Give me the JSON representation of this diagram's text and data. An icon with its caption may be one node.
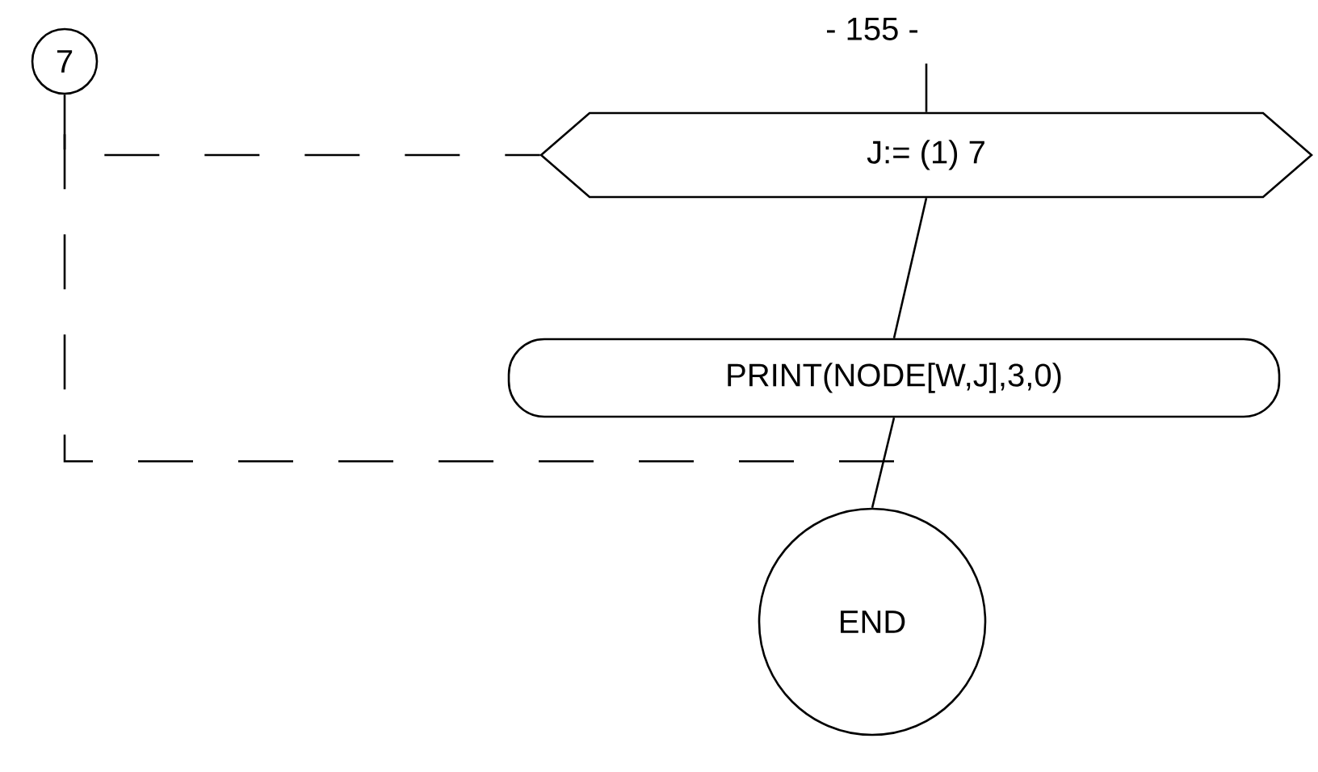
{
  "diagram": {
    "nodes": [
      {
        "text": [
          "7"
        ]
      },
      {
        "text": [
          "J:= (1) 7"
        ]
      },
      {
        "text": [
          "PRINT(NODE[W,J],3,0)"
        ]
      },
      {
        "text": [
          "END"
        ]
      }
    ],
    "edges": [
      {
        "from": null,
        "to": 1,
        "arrow": "none"
      },
      {
        "from": 1,
        "to": 2,
        "arrow": "none"
      },
      {
        "from": 2,
        "to": 3,
        "arrow": "none"
      },
      {
        "from": 0,
        "to": 1,
        "arrow": "none",
        "style": "dashed"
      },
      {
        "from": 2,
        "to": 0,
        "arrow": "none",
        "style": "dashed"
      }
    ],
    "labels": [
      "- 155 -"
    ]
  }
}
